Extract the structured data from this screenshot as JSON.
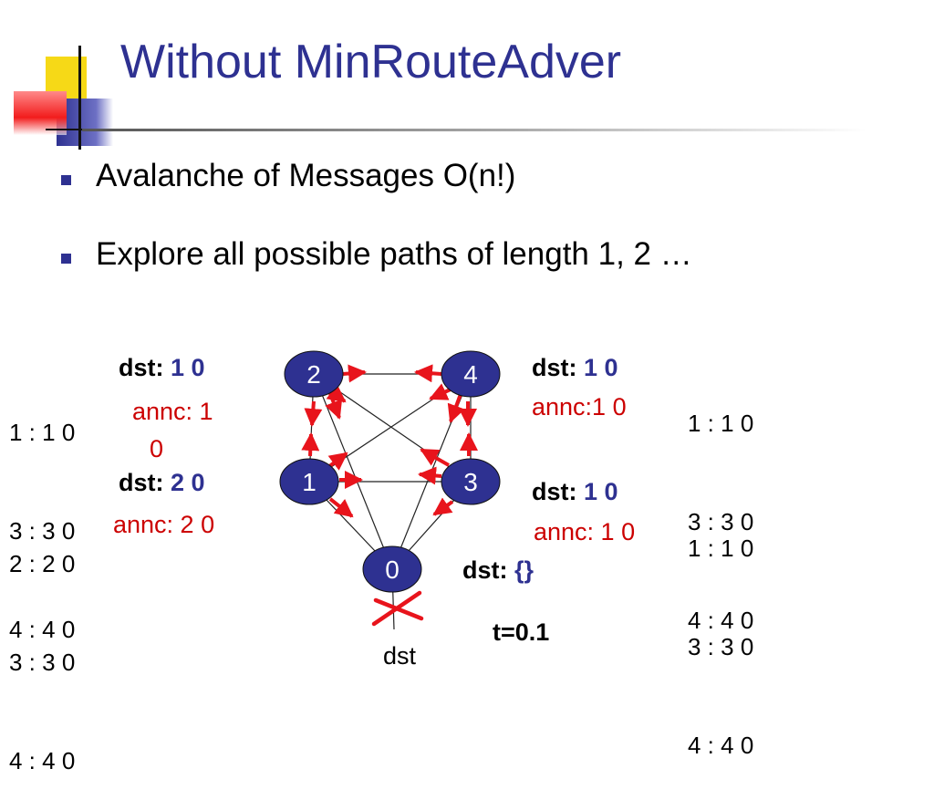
{
  "slide": {
    "title": "Without MinRouteAdver",
    "bullets": [
      "Avalanche of Messages O(n!)",
      "Explore all possible paths of length 1, 2 …"
    ]
  },
  "diagram": {
    "nodes": [
      "2",
      "4",
      "1",
      "3",
      "0"
    ],
    "dst_node_label": "dst",
    "time_label": "t=0.1",
    "tables": {
      "top_left": [
        "1 : 1 0",
        "3 : 3 0",
        "4 : 4 0"
      ],
      "bottom_left": [
        "2 : 2 0",
        "3 : 3 0",
        "4 : 4 0"
      ],
      "top_right": [
        "1 : 1 0",
        "3 : 3 0",
        "4 : 4 0"
      ],
      "bottom_right": [
        "1 : 1 0",
        "3 : 3 0",
        "4 : 4 0"
      ]
    },
    "labels": {
      "node2": {
        "dst_prefix": "dst:",
        "dst_value": "1 0",
        "annc_line1": "annc: 1",
        "annc_line2": "0"
      },
      "node1": {
        "dst_prefix": "dst:",
        "dst_value": "2 0",
        "annc": "annc: 2 0"
      },
      "node4": {
        "dst_prefix": "dst:",
        "dst_value": "1 0",
        "annc": "annc:1 0"
      },
      "node3": {
        "dst_prefix": "dst:",
        "dst_value": "1 0",
        "annc": "annc: 1 0"
      },
      "node0": {
        "dst_prefix": "dst:",
        "dst_value": "{}"
      }
    },
    "colors": {
      "title": "#2e3191",
      "node_fill": "#2e3191",
      "arrow": "#e8141c",
      "annc_text": "#cc0000",
      "cross": "#e8141c"
    }
  }
}
